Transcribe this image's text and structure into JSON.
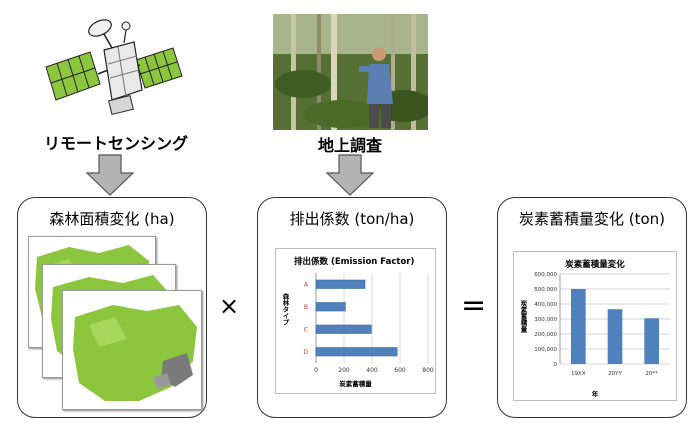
{
  "sources": {
    "remote_sensing": "リモートセンシング",
    "field_survey": "地上調査"
  },
  "panels": {
    "forest_area": "森林面積変化 (ha)",
    "emission_factor": "排出係数 (ton/ha)",
    "carbon_stock": "炭素蓄積量変化 (ton)"
  },
  "operators": {
    "multiply": "×",
    "equals": "="
  },
  "colors": {
    "bar": "#4f81bd",
    "forest": "#8cc63f",
    "arrow": "#b3b3b3"
  },
  "chart_data": [
    {
      "type": "bar",
      "orientation": "horizontal",
      "title": "排出係数 (Emission Factor)",
      "categories": [
        "A",
        "B",
        "C",
        "D"
      ],
      "values": [
        350,
        210,
        395,
        580
      ],
      "xlabel": "炭素蓄積量",
      "ylabel": "森林タイプ",
      "xlim": [
        0,
        800
      ],
      "xticks": [
        "0",
        "200",
        "400",
        "600",
        "800"
      ],
      "grid": true
    },
    {
      "type": "bar",
      "title": "炭素蓄積量変化",
      "categories": [
        "19XX",
        "20YY",
        "20**"
      ],
      "values": [
        500000,
        365000,
        305000
      ],
      "xlabel": "年",
      "ylabel": "炭素蓄積量",
      "ylim": [
        0,
        600000
      ],
      "yticks": [
        "0",
        "100,000",
        "200,000",
        "300,000",
        "400,000",
        "500,000",
        "600,000"
      ],
      "grid": true
    }
  ]
}
